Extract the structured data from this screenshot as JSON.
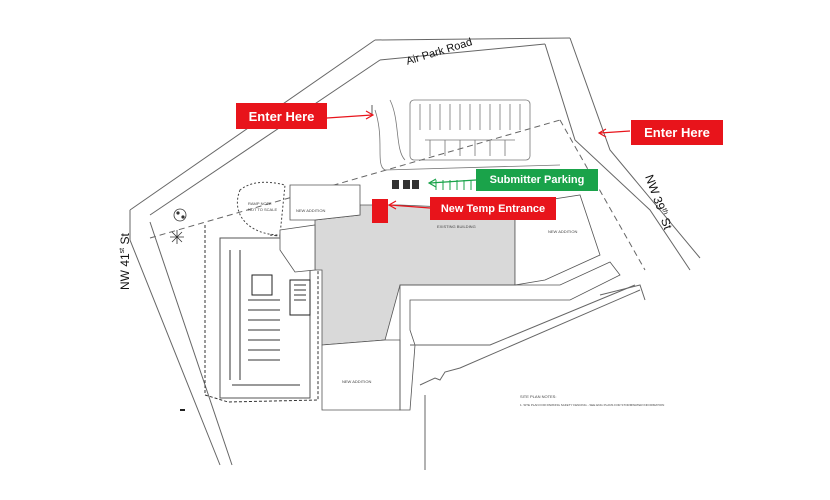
{
  "map": {
    "streets": {
      "air_park_road": "Air Park Road",
      "nw_41st": "NW 41",
      "nw_41st_suffix": "st",
      "nw_41st_tail": " St",
      "nw_39th": "NW 39",
      "nw_39th_suffix": "th",
      "nw_39th_tail": " St"
    },
    "callouts": {
      "enter_here_left": "Enter Here",
      "enter_here_right": "Enter Here",
      "submitter_parking": "Submitter Parking",
      "new_temp_entrance": "New Temp Entrance"
    },
    "building_labels": {
      "existing_building": "EXISTING BUILDING",
      "new_addition_north": "NEW ADDITION",
      "new_addition_east": "NEW ADDITION",
      "new_addition_south": "NEW ADDITION",
      "ramp_note_line1": "RAMP NOTE",
      "ramp_note_line2": "NOT TO SCALE"
    },
    "notes": {
      "site_plan_notes_title": "SITE PLAN NOTES:",
      "site_plan_notes_body": "1. SITE PLAN FOR PARKING SAFETY FENCING - SEE ENG PLANS FOR STORMWATER INFORMATION"
    },
    "colors": {
      "callout_red": "#e8141b",
      "callout_green": "#1aa34a",
      "building_fill": "#d9d9d9",
      "marker_red": "#e8141b"
    }
  }
}
